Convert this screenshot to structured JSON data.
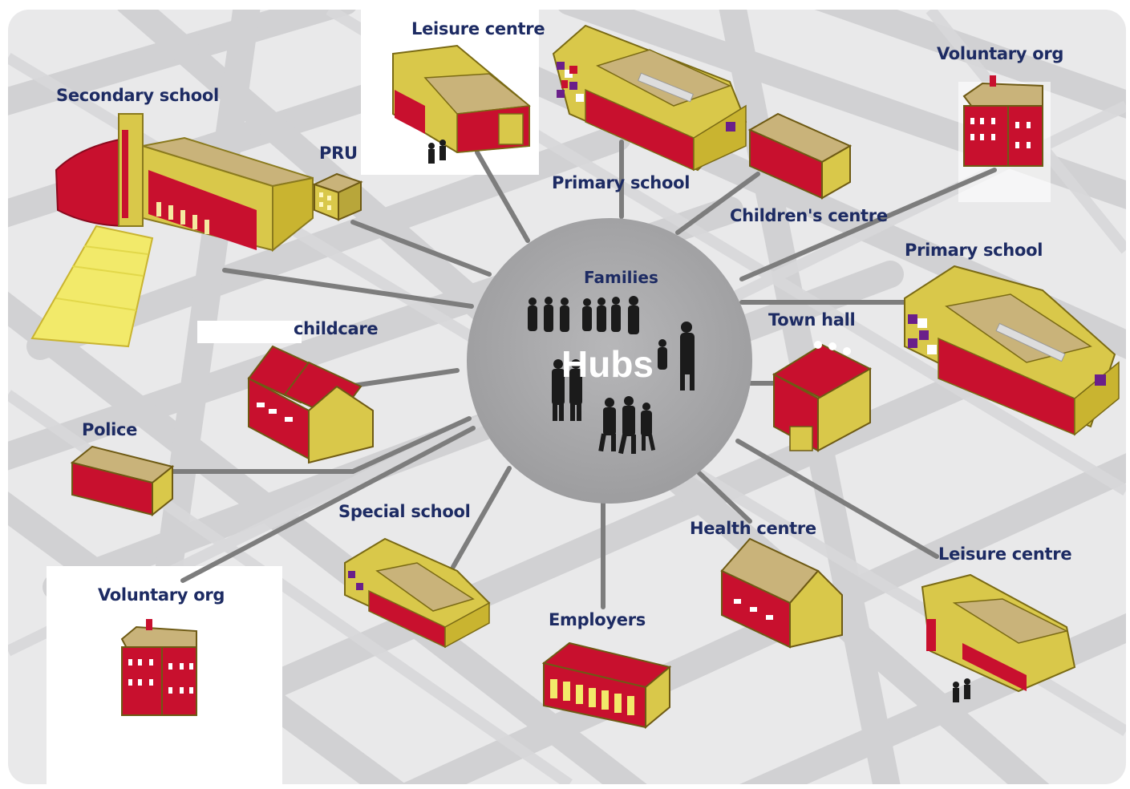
{
  "hub": {
    "title": "Hubs",
    "subtitle": "Families"
  },
  "nodes": {
    "secondary_school": "Secondary school",
    "pru": "PRU",
    "leisure_centre_top": "Leisure centre",
    "primary_school_top": "Primary school",
    "childrens_centre": "Children's centre",
    "voluntary_org_top": "Voluntary org",
    "primary_school_right": "Primary school",
    "town_hall": "Town hall",
    "childcare": "childcare",
    "police": "Police",
    "special_school": "Special school",
    "employers": "Employers",
    "health_centre": "Health centre",
    "leisure_centre_bottom": "Leisure centre",
    "voluntary_org_bottom": "Voluntary org"
  },
  "colors": {
    "building_red": "#c8102e",
    "building_yellow": "#d9c84a",
    "roof_tan": "#c9b37a",
    "connector_gray": "#7d7d7d",
    "hub_gray": "#a7a7a9",
    "label_navy": "#1d2b63"
  }
}
